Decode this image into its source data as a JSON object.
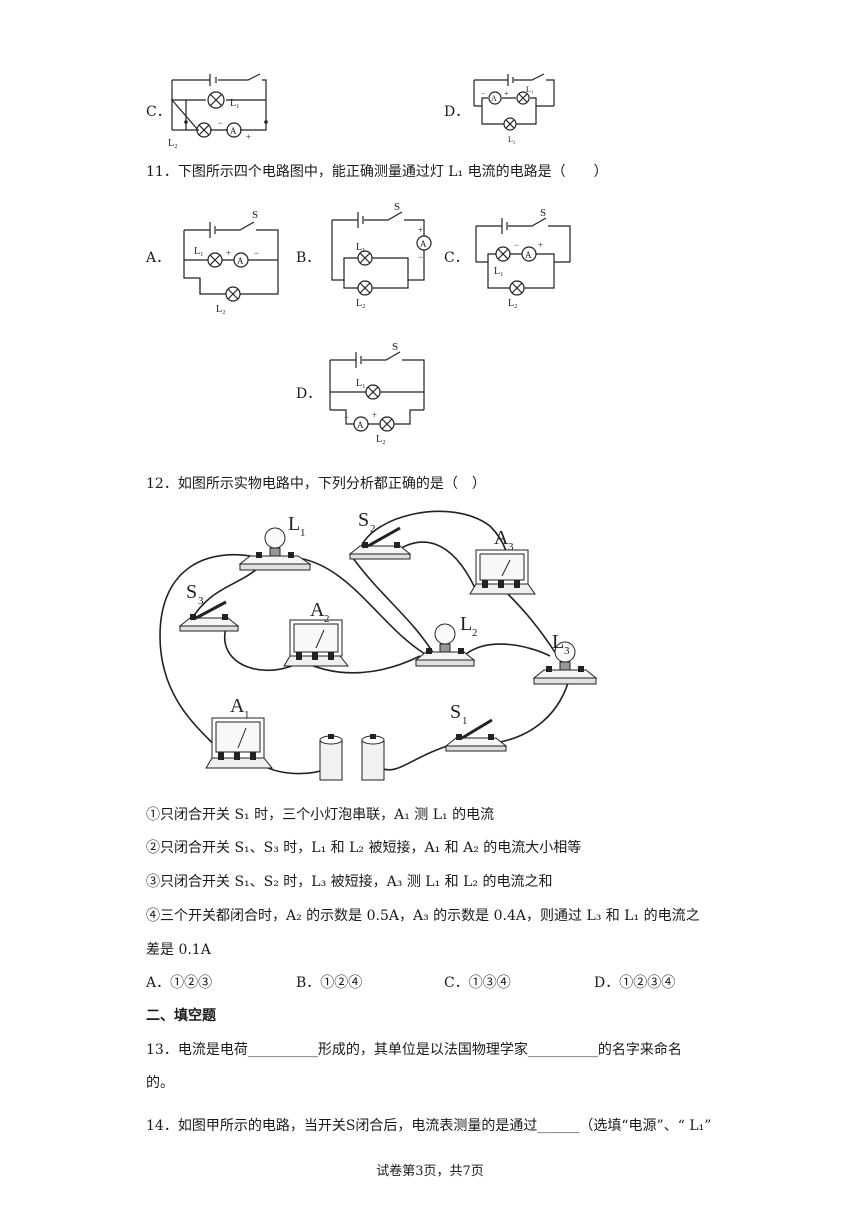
{
  "q10": {
    "option_c": "C．",
    "option_d": "D．",
    "c_labels": {
      "l1": "L₁",
      "l2": "L₂",
      "ammeter": "A",
      "minus": "−",
      "plus": "+"
    },
    "d_labels": {
      "l1": "L₁",
      "l2": "L₂",
      "ammeter": "A",
      "minus": "−",
      "plus": "+"
    }
  },
  "q11": {
    "stem": "11．下图所示四个电路图中，能正确测量通过灯 L₁ 电流的电路是（　　）",
    "option_a": "A．",
    "option_b": "B．",
    "option_c": "C．",
    "option_d": "D．",
    "switch_label": "S",
    "l1": "L₁",
    "l2": "L₂",
    "ammeter": "A",
    "plus": "+",
    "minus": "−"
  },
  "q12": {
    "stem": "12．如图所示实物电路中，下列分析都正确的是（　）",
    "figure_labels": {
      "L1": "L",
      "L2": "L",
      "L3": "L",
      "S1": "S",
      "S2": "S",
      "S3": "S",
      "A1": "A",
      "A2": "A",
      "A3": "A",
      "sub1": "1",
      "sub2": "2",
      "sub3": "3"
    },
    "statements": [
      "①只闭合开关 S₁ 时，三个小灯泡串联，A₁ 测 L₁ 的电流",
      "②只闭合开关 S₁、S₃ 时，L₁ 和 L₂ 被短接，A₁ 和 A₂ 的电流大小相等",
      "③只闭合开关 S₁、S₂ 时，L₃ 被短接，A₃ 测 L₁ 和 L₂ 的电流之和",
      "④三个开关都闭合时，A₂ 的示数是 0.5A，A₃ 的示数是 0.4A，则通过 L₃ 和 L₁ 的电流之",
      "差是 0.1A"
    ],
    "options": [
      "A．①②③",
      "B．①②④",
      "C．①③④",
      "D．①②③④"
    ]
  },
  "section2": {
    "title": "二、填空题"
  },
  "q13": {
    "line1": "13．电流是电荷__________形成的，其单位是以法国物理学家__________的名字来命名",
    "line2": "的。"
  },
  "q14": {
    "line1": "14．如图甲所示的电路，当开关S闭合后，电流表测量的是通过______（选填“电源”、“ L₁”"
  },
  "footer": {
    "page": "试卷第3页，共7页"
  }
}
